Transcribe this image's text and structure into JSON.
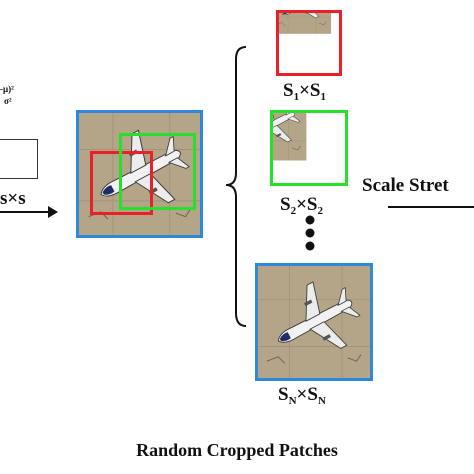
{
  "formula_fragment": {
    "top": "-μ)²",
    "bottom": "σ²"
  },
  "input_label": "s×s",
  "labels": {
    "s1": {
      "base": "S",
      "sub": "1"
    },
    "s2": {
      "base": "S",
      "sub": "2"
    },
    "sn": {
      "base": "S",
      "sub": "N"
    },
    "times": "×"
  },
  "scale_stretch_label": "Scale Stret",
  "caption": "Random Cropped Patches",
  "icons": {
    "main": "airplane-image",
    "dots": "vertical-ellipsis"
  },
  "colors": {
    "red": "#e8202a",
    "green": "#27e02b",
    "blue": "#2e8ad8",
    "ground": "#b9a88c",
    "plane": "#f2f2f2"
  }
}
